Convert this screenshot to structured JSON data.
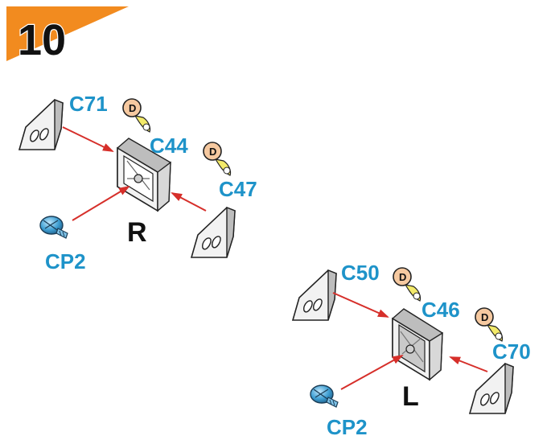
{
  "step": {
    "number": "10",
    "banner_color": "#f28b1f"
  },
  "colors": {
    "label_blue": "#1e93c9",
    "arrow_red": "#d62f2a",
    "screw_blue": "#3f9fd3",
    "badge_fill": "#f6c9a0",
    "badge_drop": "#f3ea6a"
  },
  "assembly_right": {
    "side_label": "R",
    "part_top_left": "C71",
    "part_frame": "C44",
    "part_bottom_right": "C47",
    "screw": "CP2",
    "badge_1": "D",
    "badge_2": "D"
  },
  "assembly_left": {
    "side_label": "L",
    "part_top_left": "C50",
    "part_frame": "C46",
    "part_bottom_right": "C70",
    "screw": "CP2",
    "badge_1": "D",
    "badge_2": "D"
  },
  "icons": [
    "glue-drop-icon",
    "screw-icon",
    "red-arrow-icon"
  ]
}
